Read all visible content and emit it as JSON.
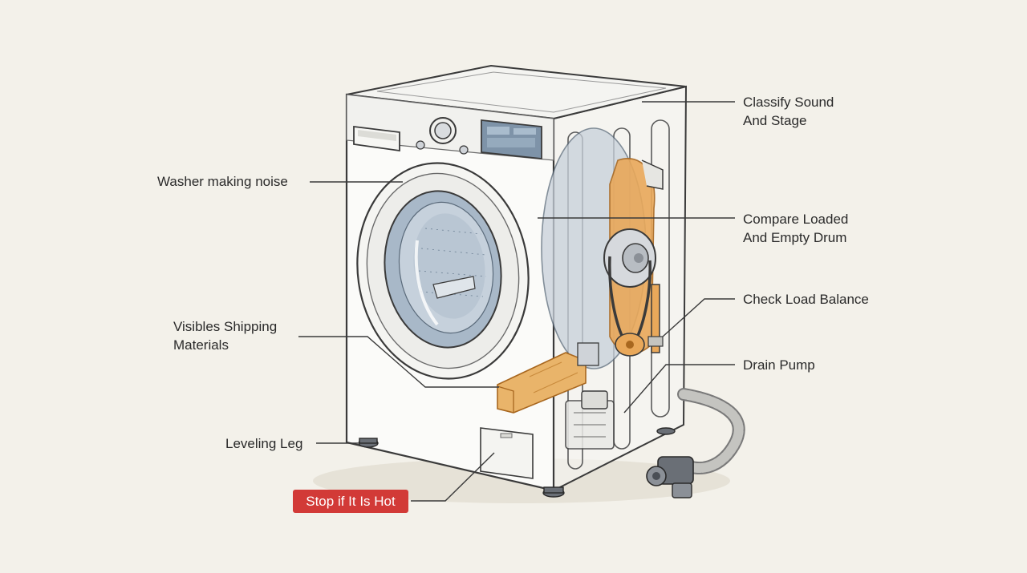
{
  "labels": {
    "classify": [
      "Classify Sound",
      "And Stage"
    ],
    "noise": "Washer making noise",
    "compare": [
      "Compare Loaded",
      "And Empty Drum"
    ],
    "load_balance": "Check Load Balance",
    "shipping": [
      "Visibles Shipping",
      "Materials"
    ],
    "drain_pump": "Drain Pump",
    "leveling_leg": "Leveling Leg",
    "stop_hot": "Stop if It Is Hot"
  },
  "icons": {
    "washer": "washer-machine-illustration",
    "hose": "drain-hose-icon",
    "pump": "drain-pump-icon"
  },
  "colors": {
    "background": "#f3f1ea",
    "line": "#3a3a3a",
    "accent_orange": "#e9a85a",
    "alert_red": "#d23a37",
    "drum_blue": "#9fb2c6"
  }
}
